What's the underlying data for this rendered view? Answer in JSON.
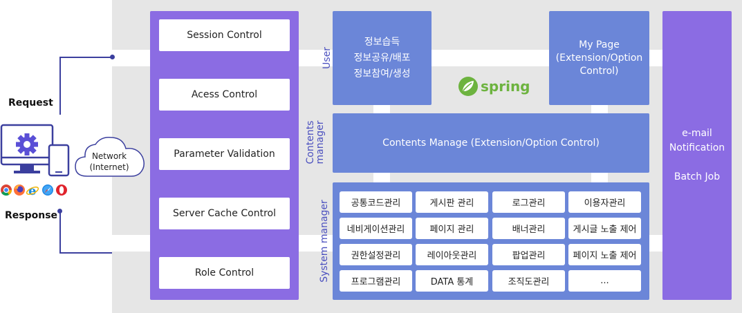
{
  "client": {
    "request_label": "Request",
    "response_label": "Response",
    "network_label_1": "Network",
    "network_label_2": "(Internet)"
  },
  "access_layer": {
    "items": [
      "Session Control",
      "Acess Control",
      "Parameter Validation",
      "Server Cache Control",
      "Role Control"
    ]
  },
  "user_block": {
    "section_label": "User",
    "lines": [
      "정보습득",
      "정보공유/배포",
      "정보참여/생성"
    ]
  },
  "my_page": {
    "lines": [
      "My Page",
      "(Extension/Option",
      "Control)"
    ]
  },
  "spring_logo": "spring",
  "contents_block": {
    "section_label_1": "Contents",
    "section_label_2": "manager",
    "text": "Contents Manage (Extension/Option Control)"
  },
  "system_block": {
    "section_label": "System manager",
    "cells": [
      [
        "공통코드관리",
        "게시판 관리",
        "로그관리",
        "이용자관리"
      ],
      [
        "네비게이션관리",
        "페이지 관리",
        "배너관리",
        "게시글 노출 제어"
      ],
      [
        "권한설정관리",
        "레이아웃관리",
        "팝업관리",
        "페이지 노출 제어"
      ],
      [
        "프로그램관리",
        "DATA 통계",
        "조직도관리",
        "..."
      ]
    ]
  },
  "batch_block": {
    "lines": [
      "e-mail",
      "Notification",
      "",
      "Batch Job"
    ]
  },
  "colors": {
    "purple": "#8b6ce3",
    "blue": "#6b86d8",
    "navy": "#3b3f9e",
    "spring_green": "#6db33f"
  }
}
